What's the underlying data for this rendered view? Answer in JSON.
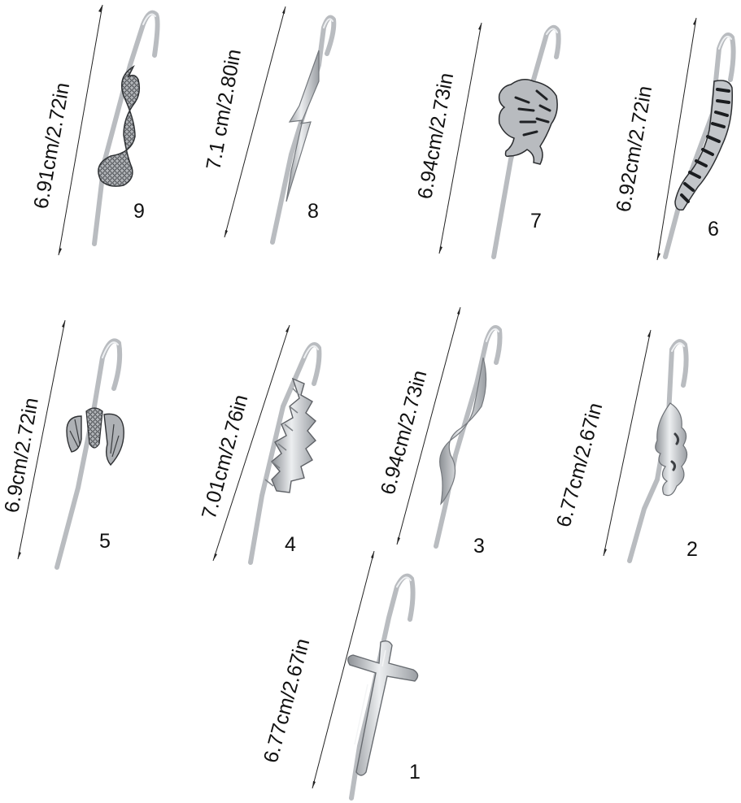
{
  "bookmarks": [
    {
      "number": "9",
      "length": "6.91cm/2.72in",
      "design": "snake"
    },
    {
      "number": "8",
      "length": "7.1 cm/2.80in",
      "design": "lightning-bolt"
    },
    {
      "number": "7",
      "length": "6.94cm/2.73in",
      "design": "tiger"
    },
    {
      "number": "6",
      "length": "6.92cm/2.72in",
      "design": "centipede"
    },
    {
      "number": "5",
      "length": "6.9cm/2.72in",
      "design": "dragon"
    },
    {
      "number": "4",
      "length": "7.01cm/2.76in",
      "design": "studded-spike"
    },
    {
      "number": "3",
      "length": "6.94cm/2.73in",
      "design": "twisted-wave"
    },
    {
      "number": "2",
      "length": "6.77cm/2.67in",
      "design": "melting-drip"
    },
    {
      "number": "1",
      "length": "6.77cm/2.67in",
      "design": "cross"
    }
  ],
  "colors": {
    "background": "#ffffff",
    "text": "#111111",
    "metal": "#c9ccd0",
    "metal_dark": "#5b5f64"
  }
}
